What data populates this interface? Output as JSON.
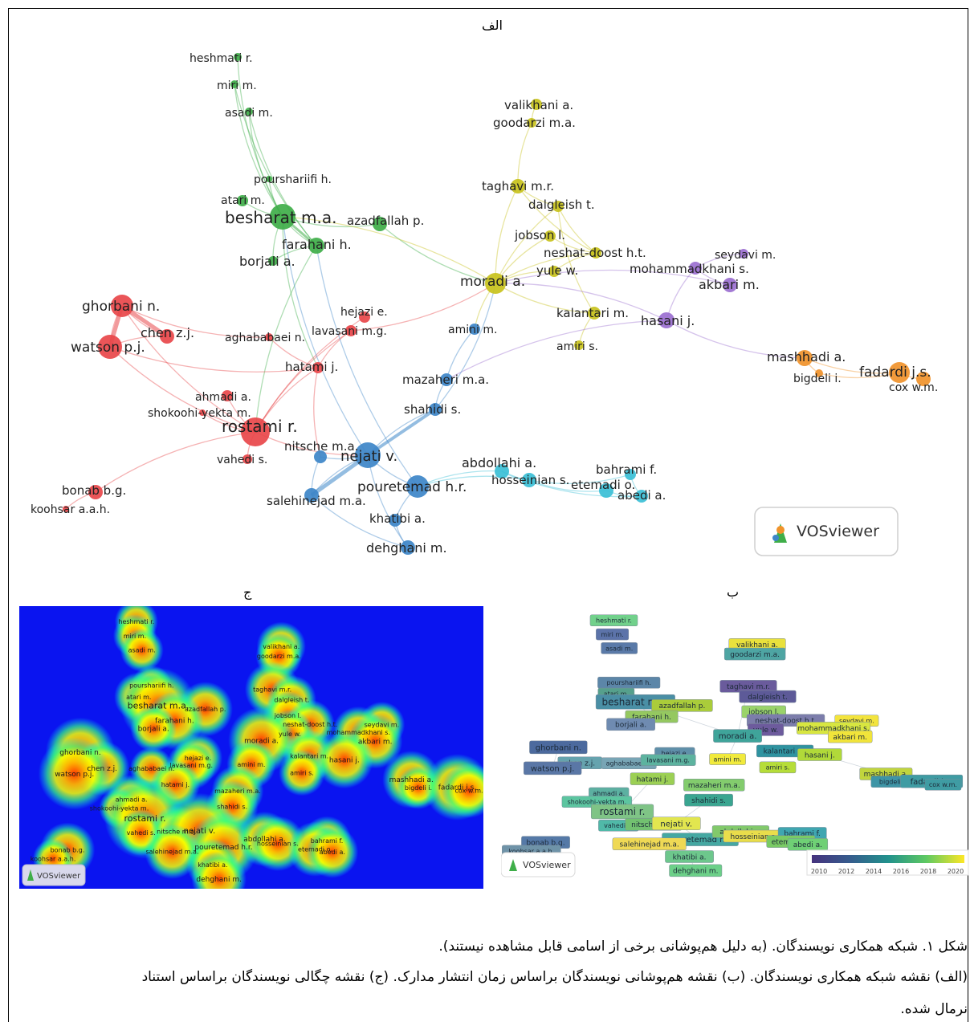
{
  "figure": {
    "panel_a_title": "الف",
    "panel_b_title": "ب",
    "panel_c_title": "ج",
    "caption_line1": "شکل ۱. شبکه همکاری نویسندگان. (به دلیل هم‌پوشانی برخی از اسامی قابل مشاهده نیستند).",
    "caption_line2": "(الف) نقشه شبکه همکاری نویسندگان. (ب) نقشه هم‌پوشانی نویسندگان براساس زمان انتشار مدارک. (ج) نقشه چگالی نویسندگان براساس استناد",
    "caption_line3": "نرمال شده."
  },
  "logo_text": "VOSviewer",
  "colors": {
    "red": "#e8474a",
    "green": "#3fae49",
    "blue": "#3d86c8",
    "yellow": "#c8c21c",
    "purple": "#9b6fd0",
    "orange": "#f0932b",
    "cyan": "#3bbfd6"
  },
  "authors": [
    {
      "label": "heshmati r.",
      "cluster": "green"
    },
    {
      "label": "miri m.",
      "cluster": "green"
    },
    {
      "label": "asadi m.",
      "cluster": "green"
    },
    {
      "label": "pourshariifi h.",
      "cluster": "green"
    },
    {
      "label": "atari m.",
      "cluster": "green"
    },
    {
      "label": "besharat m.a.",
      "cluster": "green"
    },
    {
      "label": "azadfallah p.",
      "cluster": "green"
    },
    {
      "label": "farahani h.",
      "cluster": "green"
    },
    {
      "label": "borjali a.",
      "cluster": "green"
    },
    {
      "label": "ghorbani n.",
      "cluster": "red"
    },
    {
      "label": "chen z.j.",
      "cluster": "red"
    },
    {
      "label": "watson p.j.",
      "cluster": "red"
    },
    {
      "label": "aghababaei n.",
      "cluster": "red"
    },
    {
      "label": "hejazi e.",
      "cluster": "red"
    },
    {
      "label": "lavasani m.g.",
      "cluster": "red"
    },
    {
      "label": "hatami j.",
      "cluster": "red"
    },
    {
      "label": "ahmadi a.",
      "cluster": "red"
    },
    {
      "label": "shokoohi-yekta m.",
      "cluster": "red"
    },
    {
      "label": "rostami r.",
      "cluster": "red"
    },
    {
      "label": "vahedi s.",
      "cluster": "red"
    },
    {
      "label": "bonab b.g.",
      "cluster": "red"
    },
    {
      "label": "koohsar a.a.h.",
      "cluster": "red"
    },
    {
      "label": "valikhani a.",
      "cluster": "yellow"
    },
    {
      "label": "goodarzi m.a.",
      "cluster": "yellow"
    },
    {
      "label": "taghavi m.r.",
      "cluster": "yellow"
    },
    {
      "label": "dalgleish t.",
      "cluster": "yellow"
    },
    {
      "label": "jobson l.",
      "cluster": "yellow"
    },
    {
      "label": "neshat-doost h.t.",
      "cluster": "yellow"
    },
    {
      "label": "yule w.",
      "cluster": "yellow"
    },
    {
      "label": "moradi a.",
      "cluster": "yellow"
    },
    {
      "label": "kalantari m.",
      "cluster": "yellow"
    },
    {
      "label": "amiri s.",
      "cluster": "yellow"
    },
    {
      "label": "seydavi m.",
      "cluster": "purple"
    },
    {
      "label": "mohammadkhani s.",
      "cluster": "purple"
    },
    {
      "label": "akbari m.",
      "cluster": "purple"
    },
    {
      "label": "hasani j.",
      "cluster": "purple"
    },
    {
      "label": "mashhadi a.",
      "cluster": "orange"
    },
    {
      "label": "bigdeli i.",
      "cluster": "orange"
    },
    {
      "label": "fadardi j.s.",
      "cluster": "orange"
    },
    {
      "label": "cox w.m.",
      "cluster": "orange"
    },
    {
      "label": "amini m.",
      "cluster": "blue"
    },
    {
      "label": "mazaheri m.a.",
      "cluster": "blue"
    },
    {
      "label": "shahidi s.",
      "cluster": "blue"
    },
    {
      "label": "nitsche m.a.",
      "cluster": "blue"
    },
    {
      "label": "nejati v.",
      "cluster": "blue"
    },
    {
      "label": "pouretemad h.r.",
      "cluster": "blue"
    },
    {
      "label": "salehinejad m.a.",
      "cluster": "blue"
    },
    {
      "label": "khatibi a.",
      "cluster": "blue"
    },
    {
      "label": "dehghani m.",
      "cluster": "blue"
    },
    {
      "label": "abdollahi a.",
      "cluster": "cyan"
    },
    {
      "label": "hosseinian s.",
      "cluster": "cyan"
    },
    {
      "label": "bahrami f.",
      "cluster": "cyan"
    },
    {
      "label": "etemadi o.",
      "cluster": "cyan"
    },
    {
      "label": "abedi a.",
      "cluster": "cyan"
    }
  ],
  "overlay_scale_ticks": [
    "2010",
    "2012",
    "2014",
    "2016",
    "2018",
    "2020"
  ]
}
